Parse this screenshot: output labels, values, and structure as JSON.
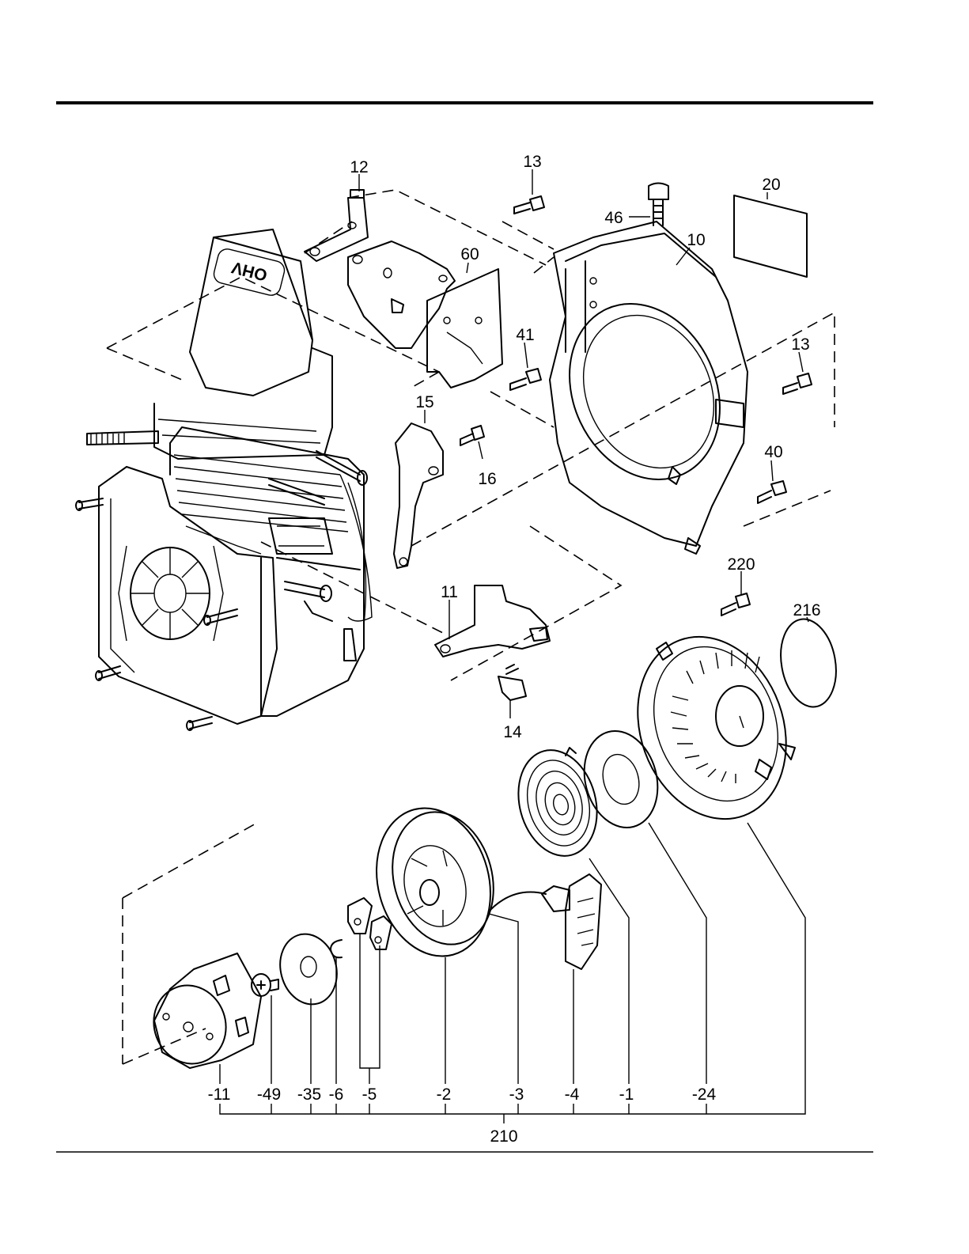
{
  "labels": {
    "p12": "12",
    "p13a": "13",
    "p13b": "13",
    "p20": "20",
    "p46": "46",
    "p10": "10",
    "p60": "60",
    "p41": "41",
    "p15": "15",
    "p16": "16",
    "p40": "40",
    "p220": "220",
    "p216": "216",
    "p11": "11",
    "p14": "14",
    "s11": "-11",
    "s49": "-49",
    "s35": "-35",
    "s6": "-6",
    "s5": "-5",
    "s2": "-2",
    "s3": "-3",
    "s4": "-4",
    "s1": "-1",
    "s24": "-24",
    "assy": "210",
    "ohv": "OHV"
  }
}
